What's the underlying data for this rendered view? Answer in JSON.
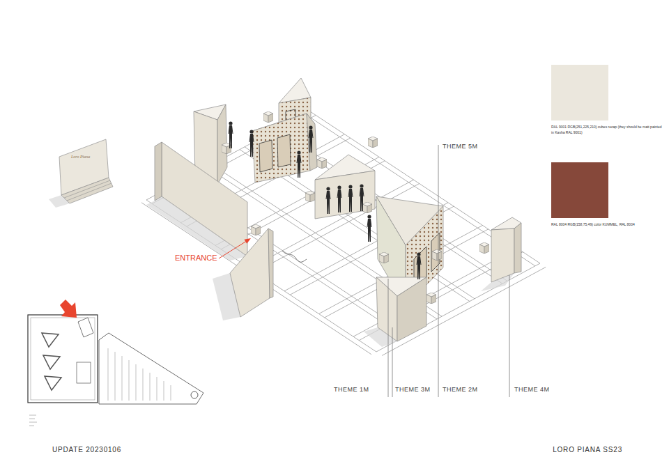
{
  "diagram": {
    "labels": [
      "ENTRANCE",
      "THEME 5M",
      "THEME 1M",
      "THEME 3M",
      "THEME 2M",
      "THEME 4M",
      "Loro Piana",
      "UPDATE 20230106",
      "LORO PIANA SS23"
    ],
    "legend": [
      {
        "text": "RAL 9001 RGB(251,225,210) cubes recap (they should be matt painted in Kasha RAL 9001)",
        "color": "#ebe7dd"
      },
      {
        "text": "RAL 8004 RGB(158,75,49) color KUMMEL, RAL 8004",
        "color": "#86483a"
      }
    ]
  }
}
